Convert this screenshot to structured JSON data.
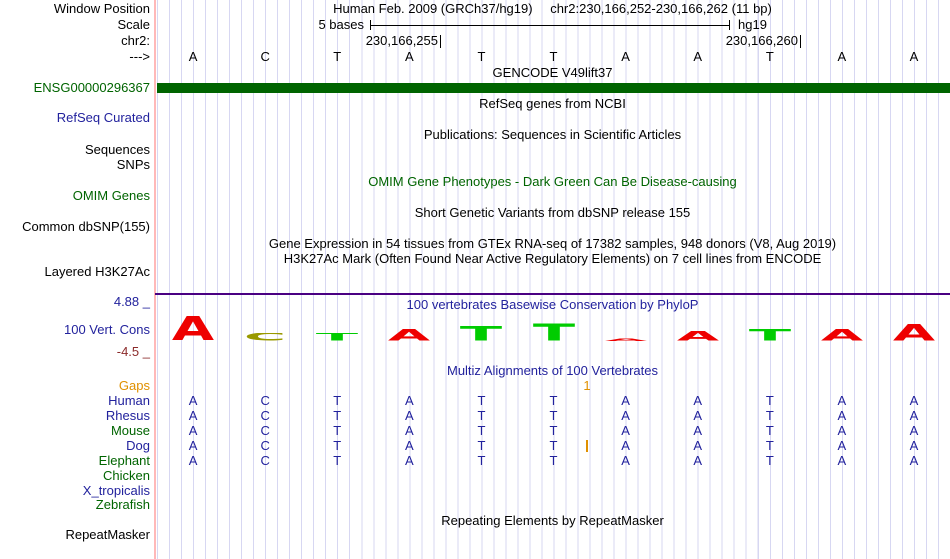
{
  "header": {
    "assembly_title": "Human Feb. 2009 (GRCh37/hg19)",
    "position_title": "chr2:230,166,252-230,166,262 (11 bp)",
    "scale_value": "5 bases",
    "assembly_tag": "hg19",
    "ruler_tick_left": "230,166,255",
    "ruler_tick_right": "230,166,260"
  },
  "left_labels": {
    "window_position": "Window Position",
    "scale": "Scale",
    "chrom": "chr2:",
    "strand_arrow": "--->",
    "gene_id": "ENSG00000296367",
    "refseq": "RefSeq Curated",
    "sequences": "Sequences",
    "snps": "SNPs",
    "omim": "OMIM Genes",
    "dbsnp": "Common dbSNP(155)",
    "h3k27ac": "Layered H3K27Ac",
    "cons_max": "4.88 _",
    "cons_name": "100 Vert. Cons",
    "cons_min": "-4.5 _",
    "repeatmasker": "RepeatMasker"
  },
  "sequence": {
    "bases": [
      "A",
      "C",
      "T",
      "A",
      "T",
      "T",
      "A",
      "A",
      "T",
      "A",
      "A"
    ]
  },
  "tracks": {
    "gencode": {
      "title": "GENCODE V49lift37"
    },
    "refseq": {
      "title": "RefSeq genes from NCBI"
    },
    "publications": {
      "title": "Publications: Sequences in Scientific Articles"
    },
    "omim": {
      "title": "OMIM Gene Phenotypes - Dark Green Can Be Disease-causing"
    },
    "dbsnp": {
      "title": "Short Genetic Variants from dbSNP release 155"
    },
    "gtex": {
      "title": "Gene Expression in 54 tissues from GTEx RNA-seq of 17382 samples, 948 donors (V8, Aug 2019)"
    },
    "h3k27ac": {
      "title": "H3K27Ac Mark (Often Found Near Active Regulatory Elements) on 7 cell lines from ENCODE"
    },
    "conservation": {
      "title": "100 vertebrates Basewise Conservation by PhyloP",
      "axis_max": 4.88,
      "axis_min": -4.5,
      "glyphs": [
        {
          "letter": "A",
          "color": "#ee0000",
          "height": 25
        },
        {
          "letter": "C",
          "color": "#999900",
          "height": 8
        },
        {
          "letter": "T",
          "color": "#00cc00",
          "height": 8
        },
        {
          "letter": "A",
          "color": "#ee0000",
          "height": 12
        },
        {
          "letter": "T",
          "color": "#00cc00",
          "height": 15
        },
        {
          "letter": "T",
          "color": "#00cc00",
          "height": 18
        },
        {
          "letter": "A",
          "color": "#ee0000",
          "height": 3
        },
        {
          "letter": "A",
          "color": "#ee0000",
          "height": 10
        },
        {
          "letter": "T",
          "color": "#00cc00",
          "height": 12
        },
        {
          "letter": "A",
          "color": "#ee0000",
          "height": 12
        },
        {
          "letter": "A",
          "color": "#ee0000",
          "height": 17
        }
      ]
    },
    "multiz": {
      "title": "Multiz Alignments of 100 Vertebrates",
      "gaps_label": "Gaps",
      "gap_count": "1",
      "species": [
        {
          "name": "Human",
          "seq": "ACTATTAATAA"
        },
        {
          "name": "Rhesus",
          "seq": "ACTATTAATAA"
        },
        {
          "name": "Mouse",
          "seq": "ACTATTAATAA"
        },
        {
          "name": "Dog",
          "seq": "ACTATTAATAA"
        },
        {
          "name": "Elephant",
          "seq": "ACTATTAATAA"
        },
        {
          "name": "Chicken",
          "seq": ""
        },
        {
          "name": "X_tropicalis",
          "seq": ""
        },
        {
          "name": "Zebrafish",
          "seq": ""
        }
      ]
    },
    "repeatmasker": {
      "title": "Repeating Elements by RepeatMasker"
    }
  }
}
